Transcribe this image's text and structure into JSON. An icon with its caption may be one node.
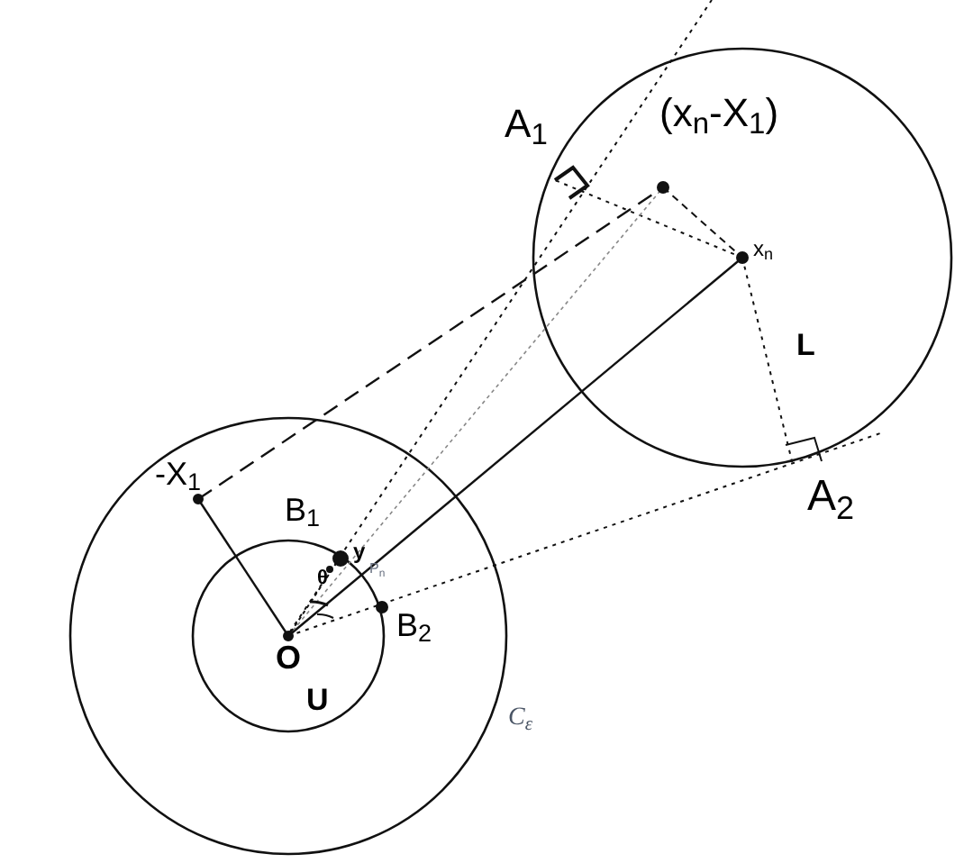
{
  "diagram": {
    "labels": [
      "A$_{1}$",
      "(x$_{n}$-X$_{1}$)",
      "x$_{n}$",
      "L",
      "-X$_{1}$",
      "B$_{1}$",
      "y",
      "P$_{n}$",
      "θ",
      "A$_{2}$",
      "O",
      "B$_{2}$",
      "U",
      "C$_{ε}$"
    ]
  }
}
